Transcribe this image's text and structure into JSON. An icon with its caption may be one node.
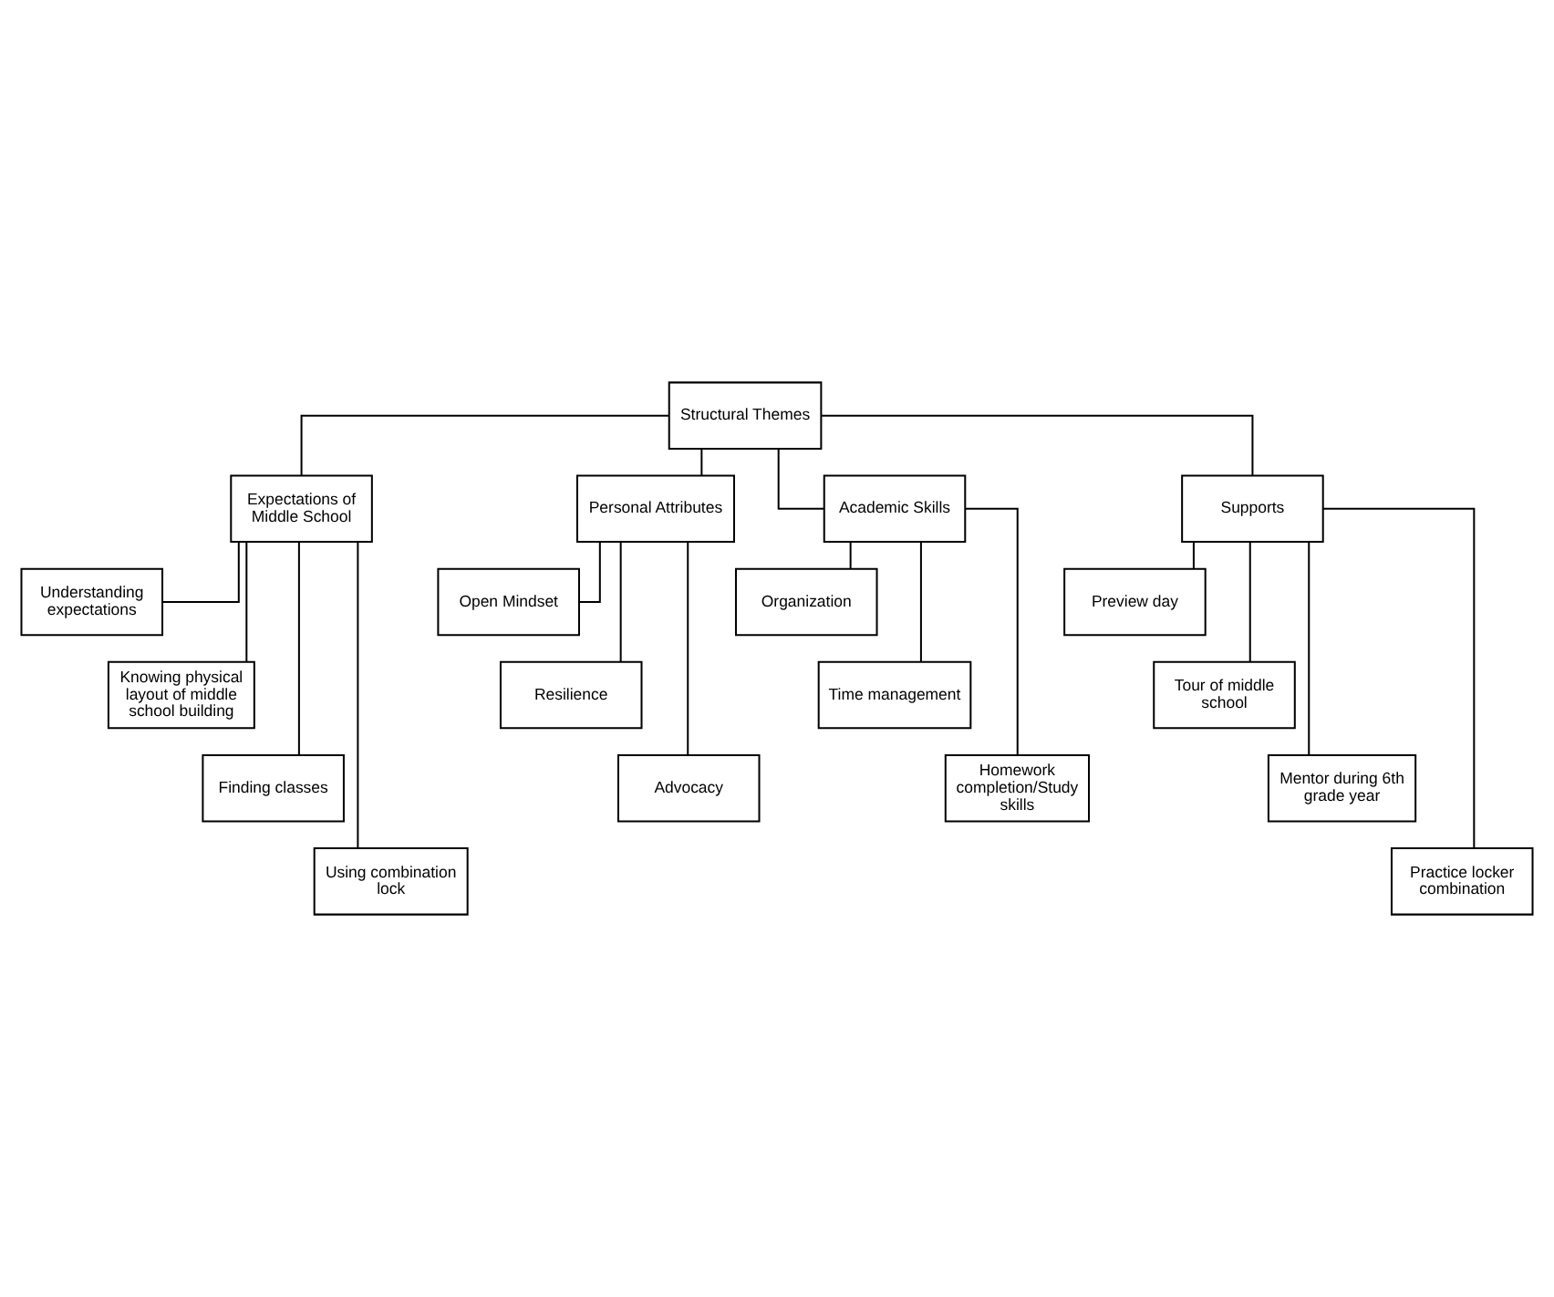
{
  "diagram": {
    "nodes": [
      {
        "text": [
          "Structural Themes"
        ]
      },
      {
        "text": [
          "Expectations of Middle School"
        ]
      },
      {
        "text": [
          "Personal Attributes"
        ]
      },
      {
        "text": [
          "Academic Skills"
        ]
      },
      {
        "text": [
          "Supports"
        ]
      },
      {
        "text": [
          "Understanding expectations"
        ]
      },
      {
        "text": [
          "Knowing physical layout of middle school building"
        ]
      },
      {
        "text": [
          "Finding classes"
        ]
      },
      {
        "text": [
          "Using combination lock"
        ]
      },
      {
        "text": [
          "Open Mindset"
        ]
      },
      {
        "text": [
          "Resilience"
        ]
      },
      {
        "text": [
          "Advocacy"
        ]
      },
      {
        "text": [
          "Organization"
        ]
      },
      {
        "text": [
          "Time management"
        ]
      },
      {
        "text": [
          "Homework completion/Study skills"
        ]
      },
      {
        "text": [
          "Preview day"
        ]
      },
      {
        "text": [
          "Tour of middle school"
        ]
      },
      {
        "text": [
          "Mentor during 6th grade year"
        ]
      },
      {
        "text": [
          "Practice locker combination"
        ]
      }
    ],
    "edges": [
      {
        "from": 0,
        "to": 1,
        "arrow": "none"
      },
      {
        "from": 0,
        "to": 2,
        "arrow": "none"
      },
      {
        "from": 0,
        "to": 3,
        "arrow": "none"
      },
      {
        "from": 0,
        "to": 4,
        "arrow": "none"
      },
      {
        "from": 1,
        "to": 5,
        "arrow": "none"
      },
      {
        "from": 1,
        "to": 6,
        "arrow": "none"
      },
      {
        "from": 1,
        "to": 7,
        "arrow": "none"
      },
      {
        "from": 1,
        "to": 8,
        "arrow": "none"
      },
      {
        "from": 2,
        "to": 9,
        "arrow": "none"
      },
      {
        "from": 2,
        "to": 10,
        "arrow": "none"
      },
      {
        "from": 2,
        "to": 11,
        "arrow": "none"
      },
      {
        "from": 3,
        "to": 12,
        "arrow": "none"
      },
      {
        "from": 3,
        "to": 13,
        "arrow": "none"
      },
      {
        "from": 3,
        "to": 14,
        "arrow": "none"
      },
      {
        "from": 4,
        "to": 15,
        "arrow": "none"
      },
      {
        "from": 4,
        "to": 16,
        "arrow": "none"
      },
      {
        "from": 4,
        "to": 17,
        "arrow": "none"
      },
      {
        "from": 4,
        "to": 18,
        "arrow": "none"
      }
    ]
  }
}
